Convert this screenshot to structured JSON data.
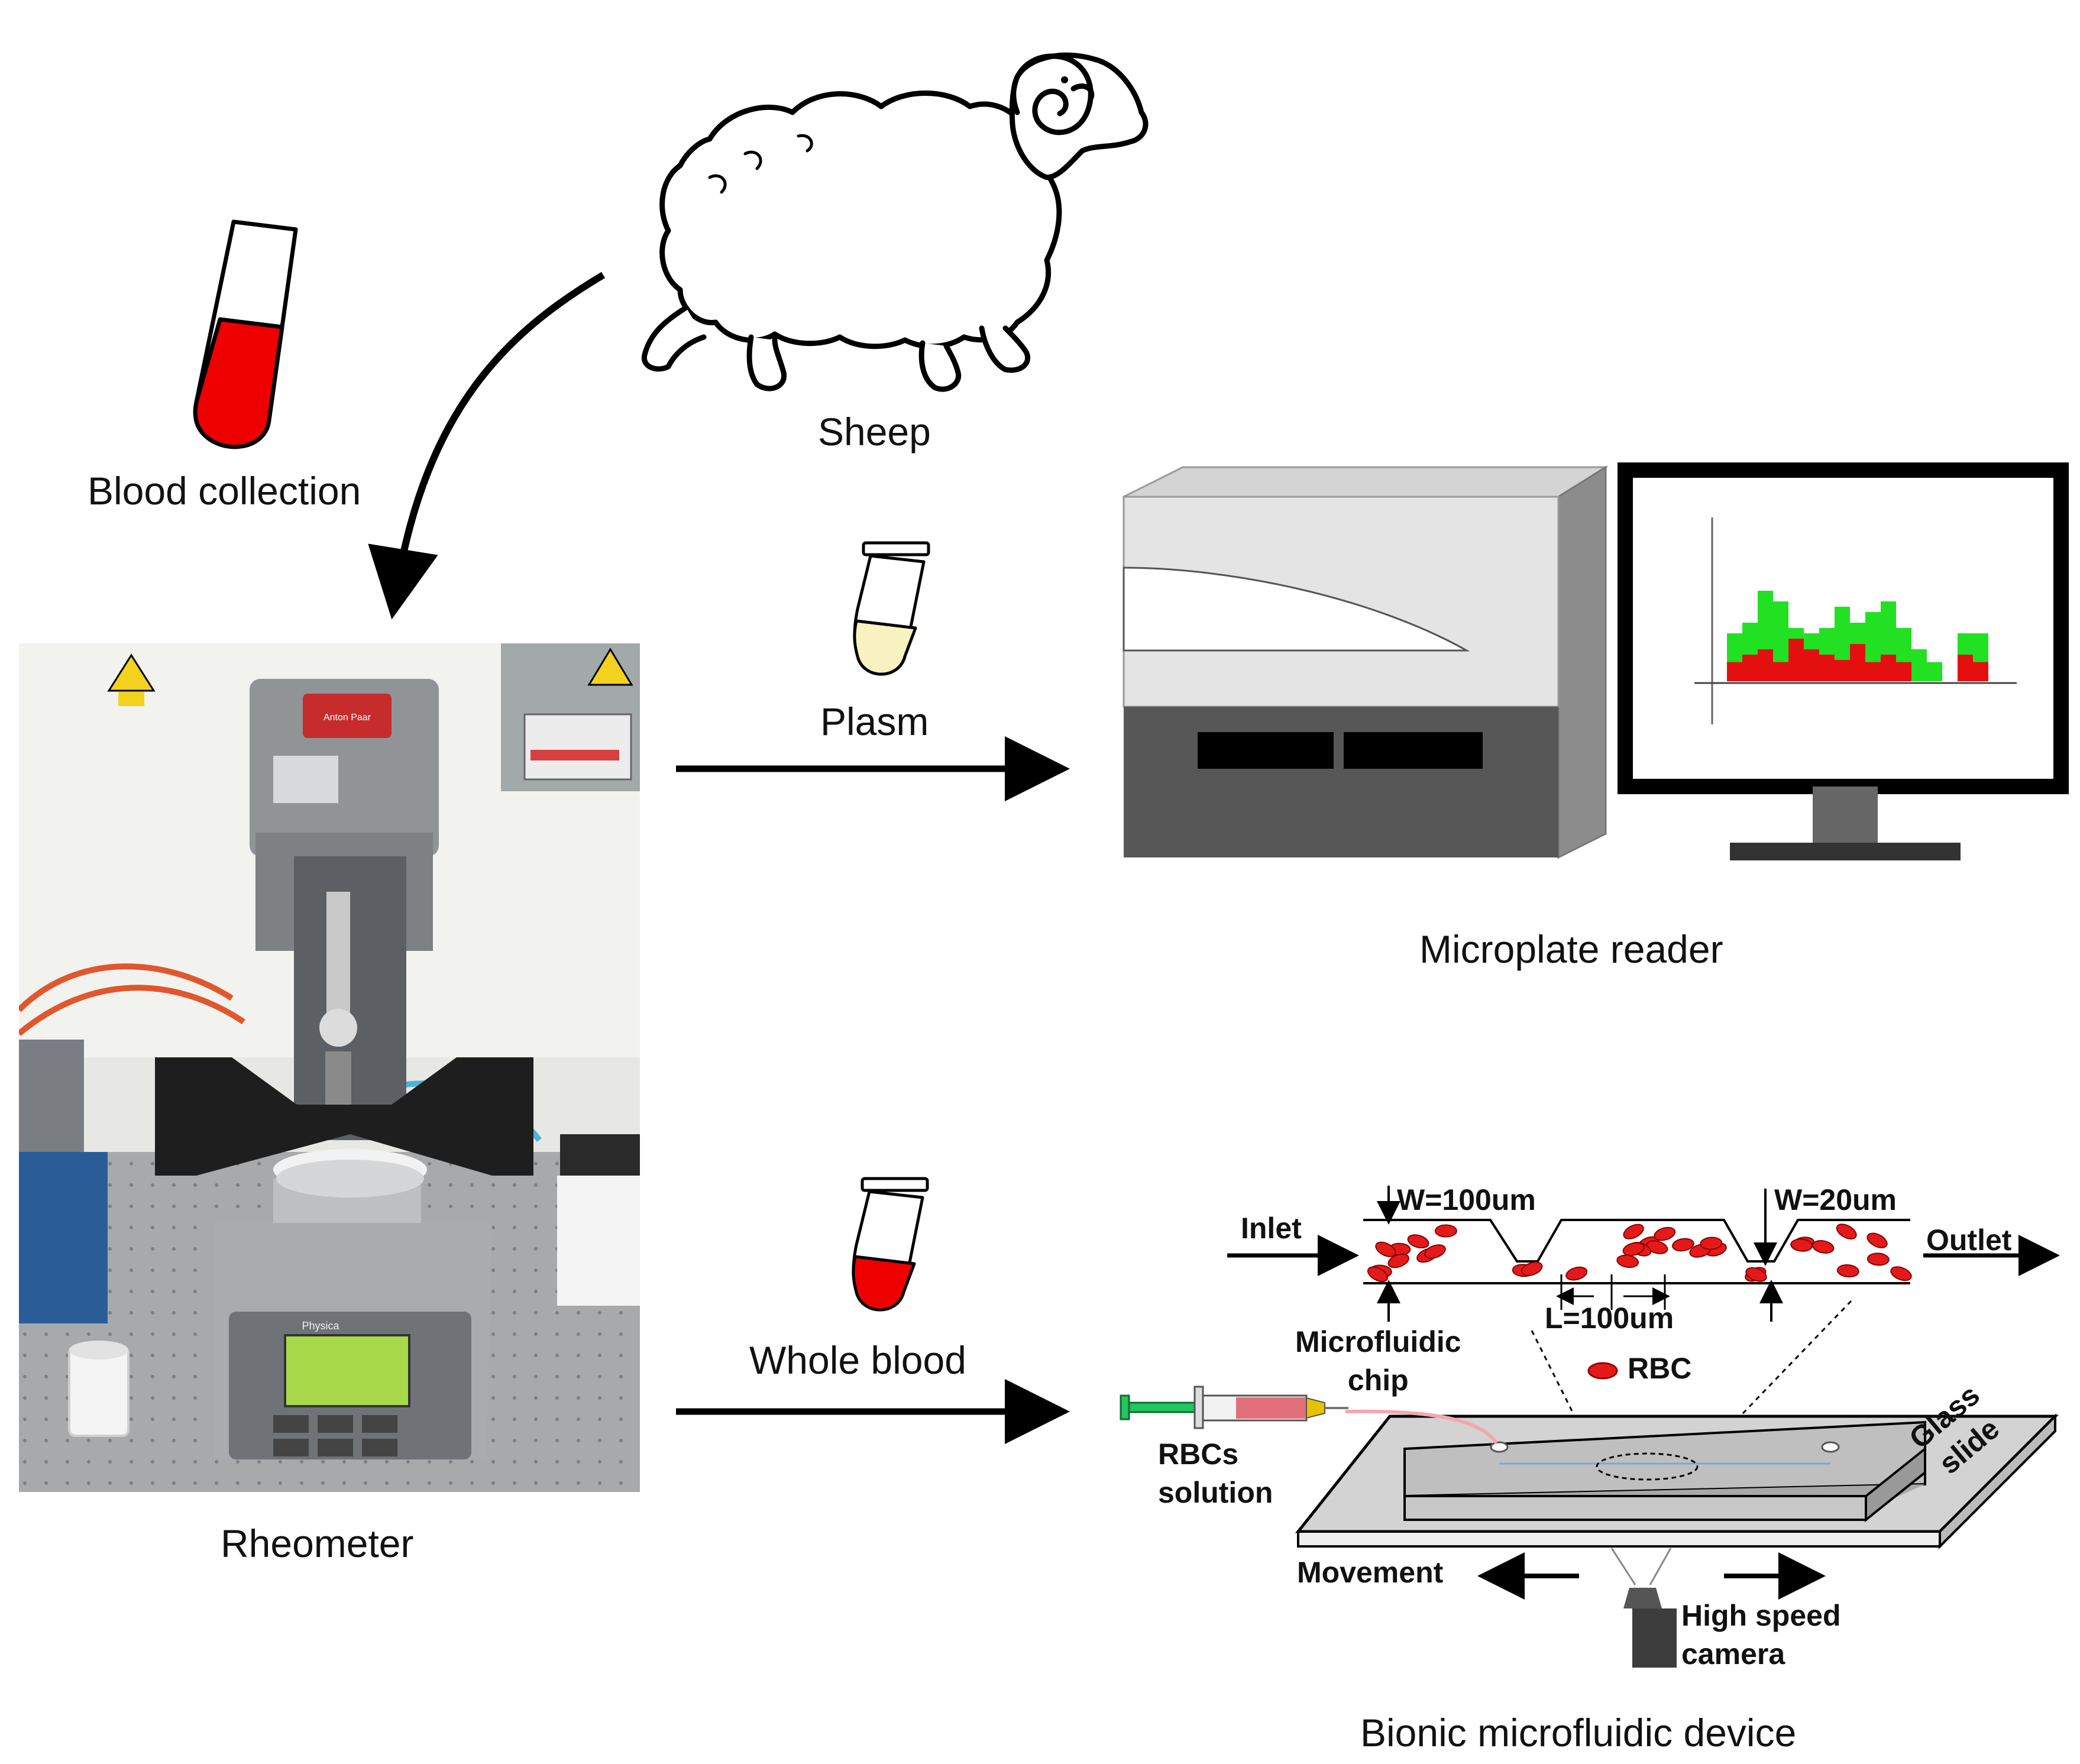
{
  "labels": {
    "sheep": "Sheep",
    "blood_collection": "Blood collection",
    "plasm": "Plasm",
    "microplate_reader": "Microplate reader",
    "whole_blood": "Whole blood",
    "rheometer": "Rheometer",
    "bionic_device": "Bionic microfluidic device"
  },
  "device": {
    "inlet": "Inlet",
    "outlet": "Outlet",
    "w_wide": "W=100um",
    "w_narrow": "W=20um",
    "length": "L=100um",
    "microfluidic_chip_line1": "Microfluidic",
    "microfluidic_chip_line2": "chip",
    "rbc": "RBC",
    "rbcs_solution_line1": "RBCs",
    "rbcs_solution_line2": "solution",
    "glass_slide_line1": "Glass",
    "glass_slide_line2": "slide",
    "movement": "Movement",
    "camera_line1": "High speed",
    "camera_line2": "camera"
  },
  "monitor_chart": {
    "bars_green": [
      0.45,
      0.55,
      0.85,
      0.75,
      0.5,
      0.45,
      0.5,
      0.7,
      0.55,
      0.65,
      0.75,
      0.5,
      0.3,
      0.18,
      0,
      0.45,
      0.45
    ],
    "bars_red": [
      0.18,
      0.25,
      0.3,
      0.18,
      0.4,
      0.3,
      0.25,
      0.2,
      0.35,
      0.18,
      0.25,
      0.18,
      0,
      0,
      0,
      0.25,
      0.18
    ]
  },
  "colors": {
    "blood": "#ee0000",
    "plasma": "#f7f2bf",
    "bar_green": "#22e022",
    "bar_red": "#e41010"
  },
  "rheometer_photo": {
    "brand": "Anton Paar",
    "model": "Physica"
  }
}
